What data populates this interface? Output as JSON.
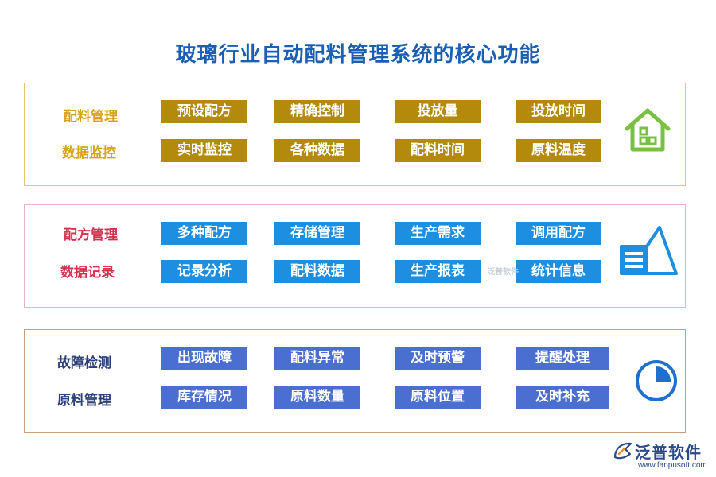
{
  "title": "玻璃行业自动配料管理系统的核心功能",
  "panels": [
    {
      "rows": [
        {
          "label": "配料管理",
          "tags": [
            "预设配方",
            "精确控制",
            "投放量",
            "投放时间"
          ]
        },
        {
          "label": "数据监控",
          "tags": [
            "实时监控",
            "各种数据",
            "配料时间",
            "原料温度"
          ]
        }
      ],
      "icon": "home-icon"
    },
    {
      "rows": [
        {
          "label": "配方管理",
          "tags": [
            "多种配方",
            "存储管理",
            "生产需求",
            "调用配方"
          ]
        },
        {
          "label": "数据记录",
          "tags": [
            "记录分析",
            "配料数据",
            "生产报表",
            "统计信息"
          ]
        }
      ],
      "icon": "pyramid-layers-icon"
    },
    {
      "rows": [
        {
          "label": "故障检测",
          "tags": [
            "出现故障",
            "配料异常",
            "及时预警",
            "提醒处理"
          ]
        },
        {
          "label": "原料管理",
          "tags": [
            "库存情况",
            "原料数量",
            "原料位置",
            "及时补充"
          ]
        }
      ],
      "icon": "pie-chart-icon"
    }
  ],
  "colors": {
    "title": "#1a5fb4",
    "panel1_tag": "#b38a0c",
    "panel2_tag": "#1e8ee0",
    "panel3_tag": "#4a6fd0",
    "icon1": "#7ac143",
    "icon2": "#1e8ee0",
    "icon3": "#1e6fd0"
  },
  "watermark": "泛普软件",
  "brand": {
    "name": "泛普软件",
    "url": "www.fanpusoft.com",
    "icon": "brand-logo-icon"
  }
}
